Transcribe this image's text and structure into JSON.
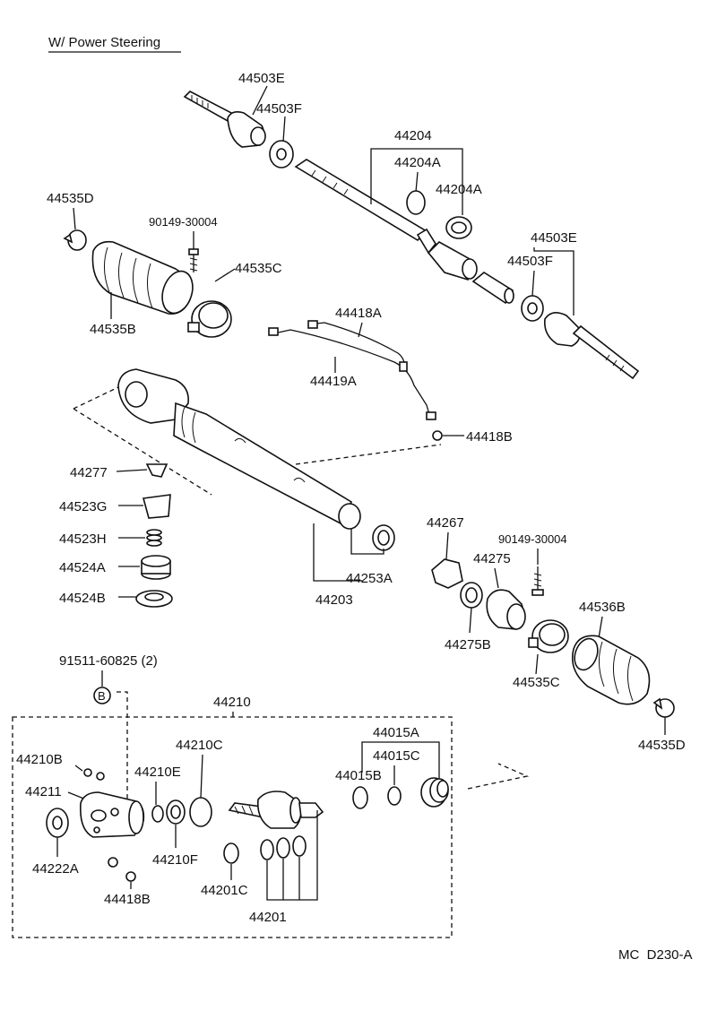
{
  "header": {
    "title": "W/ Power Steering"
  },
  "footer": {
    "code": "MC  D230-A"
  },
  "labels": {
    "p44503E_top": "44503E",
    "p44503F_top": "44503F",
    "p44204": "44204",
    "p44204A_1": "44204A",
    "p44204A_2": "44204A",
    "p44535D_left": "44535D",
    "p90149_left": "90149-30004",
    "p44535C_left": "44535C",
    "p44535B": "44535B",
    "p44503E_right": "44503E",
    "p44503F_right": "44503F",
    "p44418A": "44418A",
    "p44419A": "44419A",
    "p44418B_upper": "44418B",
    "p44277": "44277",
    "p44523G": "44523G",
    "p44523H": "44523H",
    "p44524A": "44524A",
    "p44524B": "44524B",
    "p44253A": "44253A",
    "p44203": "44203",
    "p44267": "44267",
    "p90149_right": "90149-30004",
    "p44275": "44275",
    "p44536B": "44536B",
    "p44275B": "44275B",
    "p44535C_right": "44535C",
    "p44535D_right": "44535D",
    "p91511": "91511-60825 (2)",
    "bolt_mark": "B",
    "p44210": "44210",
    "p44015A": "44015A",
    "p44015C": "44015C",
    "p44015B": "44015B",
    "p44210C": "44210C",
    "p44210B": "44210B",
    "p44210E": "44210E",
    "p44211": "44211",
    "p44222A": "44222A",
    "p44210F": "44210F",
    "p44418B_lower": "44418B",
    "p44201C": "44201C",
    "p44201": "44201"
  }
}
